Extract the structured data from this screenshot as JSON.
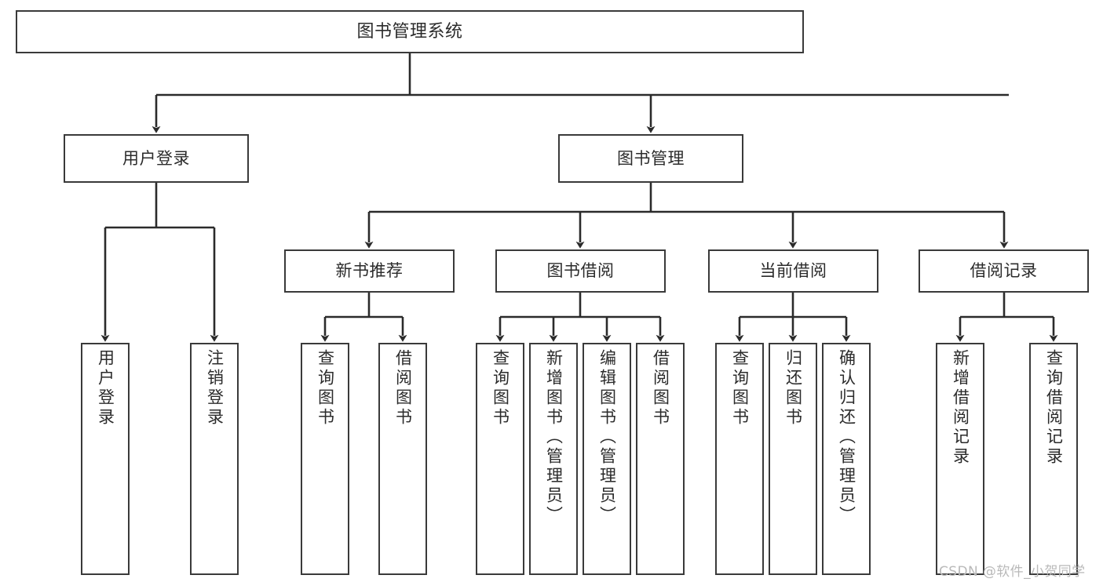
{
  "diagram": {
    "type": "tree",
    "title": "图书管理系统",
    "orientation": "top-down",
    "colors": {
      "box_border": "#3a3a3a",
      "box_fill": "#ffffff",
      "edge": "#2b2b2b",
      "text": "#2b2b2b",
      "watermark": "#b9b9b9",
      "background": "#ffffff"
    },
    "root": {
      "label": "图书管理系统"
    },
    "level1": [
      {
        "label": "用户登录"
      },
      {
        "label": "图书管理"
      }
    ],
    "level2": [
      {
        "label": "新书推荐"
      },
      {
        "label": "图书借阅"
      },
      {
        "label": "当前借阅"
      },
      {
        "label": "借阅记录"
      }
    ],
    "leaves": {
      "user_login": [
        {
          "label": "用户登录"
        },
        {
          "label": "注销登录"
        }
      ],
      "new_book": [
        {
          "label": "查询图书"
        },
        {
          "label": "借阅图书"
        }
      ],
      "book_borrow": [
        {
          "label": "查询图书"
        },
        {
          "label": "新增图书（管理员）"
        },
        {
          "label": "编辑图书（管理员）"
        },
        {
          "label": "借阅图书"
        }
      ],
      "current_borrow": [
        {
          "label": "查询图书"
        },
        {
          "label": "归还图书"
        },
        {
          "label": "确认归还（管理员）"
        }
      ],
      "borrow_record": [
        {
          "label": "新增借阅记录"
        },
        {
          "label": "查询借阅记录"
        }
      ]
    }
  },
  "watermark": {
    "text": "CSDN @软件_小贺同学"
  }
}
